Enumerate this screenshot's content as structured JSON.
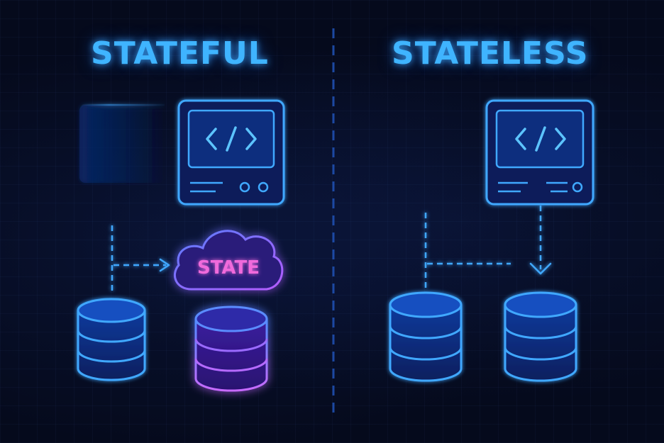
{
  "panels": {
    "left": {
      "title": "STATEFUL"
    },
    "right": {
      "title": "STATELESS"
    }
  },
  "state_label": "STATE",
  "icons": {
    "code": "code-brackets-icon",
    "server": "server-terminal-icon",
    "cloud": "cloud-icon",
    "database": "database-icon"
  },
  "colors": {
    "background": "#050a1c",
    "accent_blue": "#3fb4ff",
    "accent_purple": "#b45cff",
    "state_text": "#f06bdc"
  }
}
